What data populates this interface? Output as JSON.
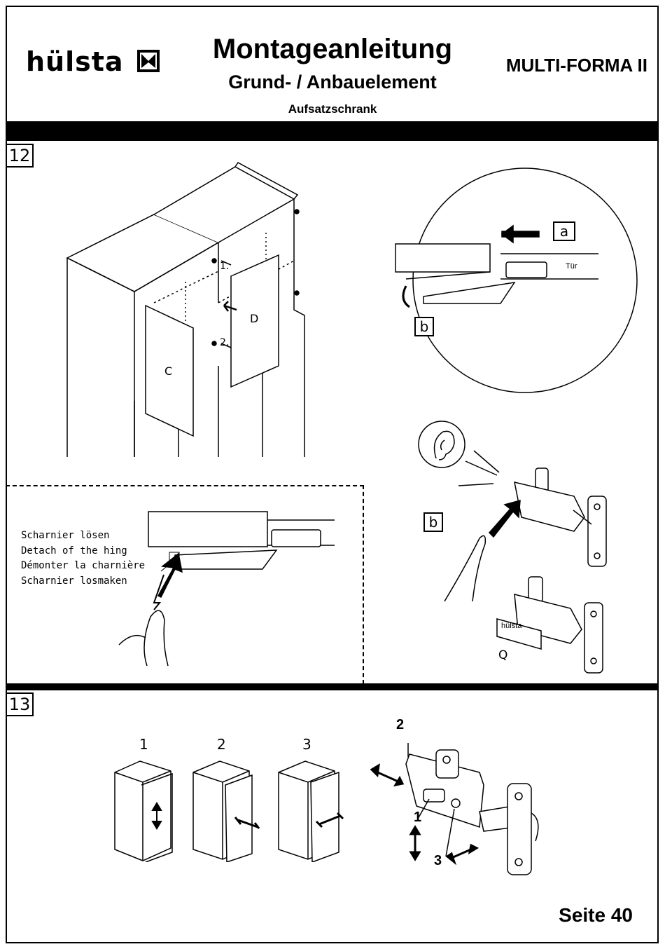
{
  "header": {
    "brand": "hülsta",
    "title": "Montageanleitung",
    "subtitle": "Grund- / Anbauelement",
    "subsubtitle": "Aufsatzschrank",
    "product": "MULTI-FORMA II"
  },
  "step12": {
    "number": "12",
    "door_left": "C",
    "door_right": "D",
    "hinge_upper": "1.",
    "hinge_lower": "2.",
    "detail_a": "a",
    "detail_b": "b",
    "door_word": "Tür",
    "hand_b": "b",
    "hinge_label_q": "Q",
    "hinge_brand": "hülsta",
    "instructions": [
      "Scharnier lösen",
      "Detach of the hing",
      "Démonter la charnière",
      "Scharnier losmaken"
    ]
  },
  "step13": {
    "number": "13",
    "views": [
      "1",
      "2",
      "3"
    ],
    "screw_labels": [
      "1",
      "2",
      "3"
    ]
  },
  "footer": {
    "page": "Seite 40"
  }
}
